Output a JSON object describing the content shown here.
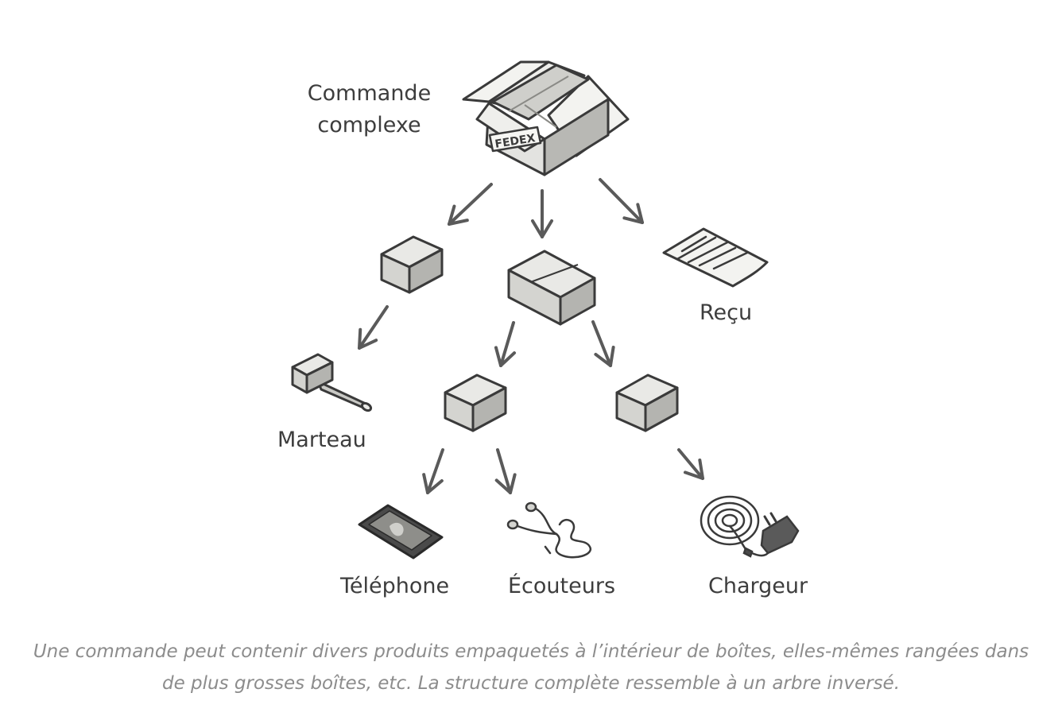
{
  "diagram": {
    "root_label_line1": "Commande",
    "root_label_line2": "complexe",
    "fedex_label": "FEDEX",
    "nodes": {
      "receipt": "Reçu",
      "hammer": "Marteau",
      "phone": "Téléphone",
      "earphones": "Écouteurs",
      "charger": "Chargeur"
    }
  },
  "caption": {
    "line1": "Une commande peut contenir divers produits empaquetés à l’intérieur de boîtes, elles-mêmes rangées dans",
    "line2": "de plus grosses boîtes, etc. La structure complète ressemble à un arbre inversé."
  },
  "colors": {
    "outline": "#3a3a3a",
    "box_top": "#e9e9e6",
    "box_left": "#d4d4d0",
    "box_right": "#b4b4b0",
    "arrow": "#5a5a5a",
    "caption": "#8c8c8c"
  }
}
